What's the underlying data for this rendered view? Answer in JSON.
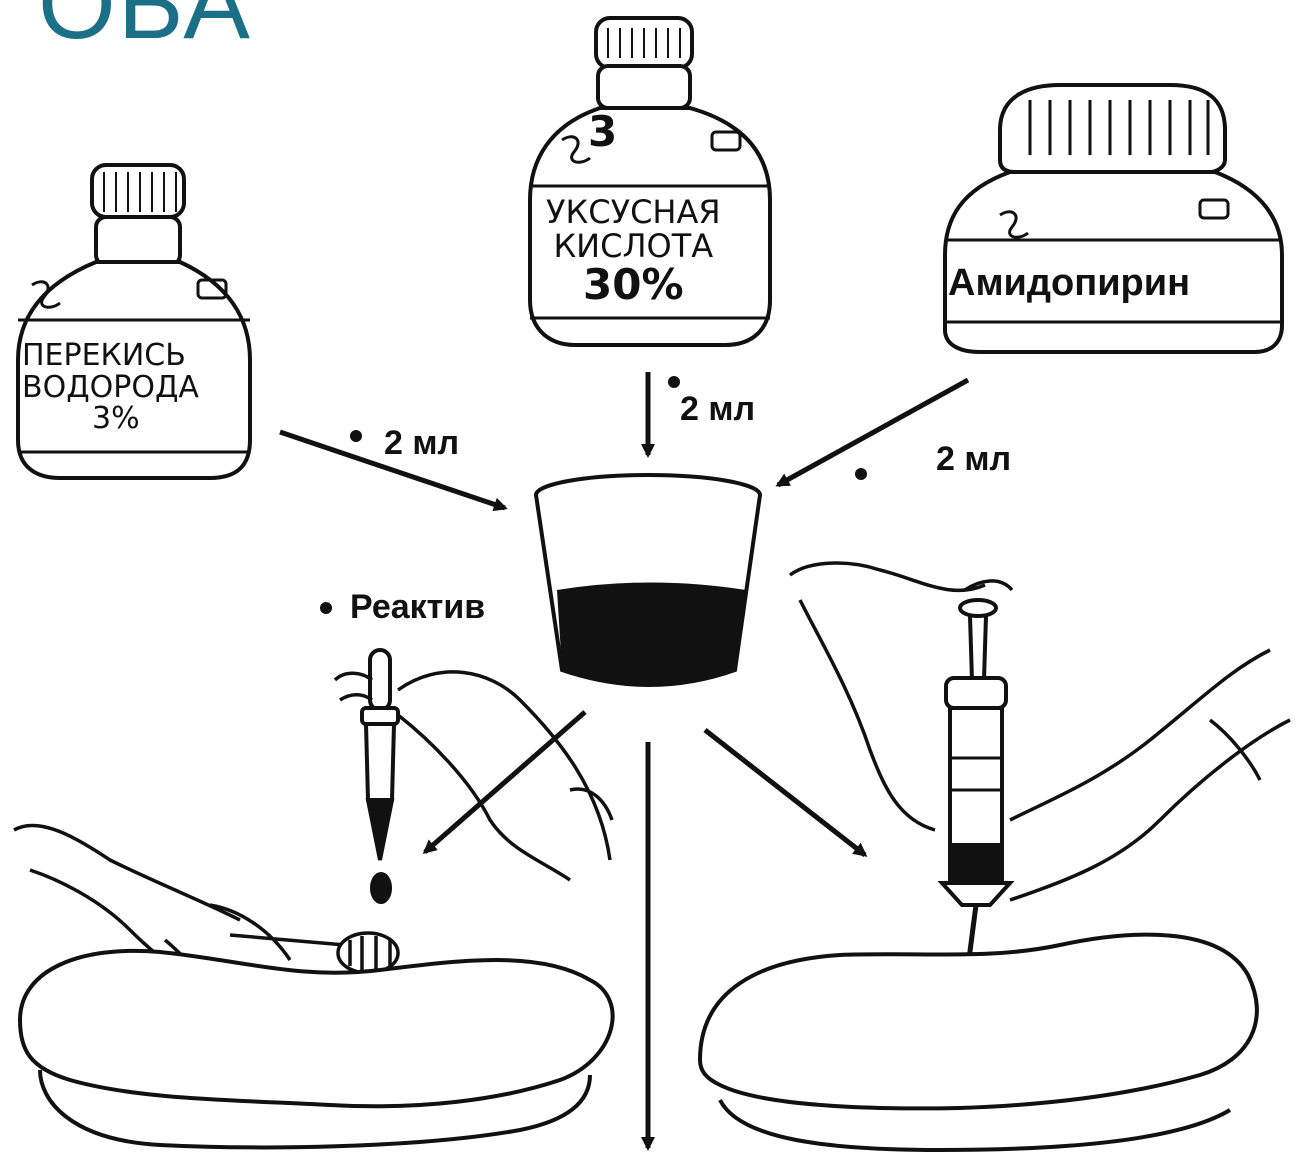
{
  "header": {
    "title_fragment": "ОБА"
  },
  "bottles": [
    {
      "lines": [
        "ПЕРЕКИСЬ",
        "ВОДОРОДА",
        "3%"
      ],
      "icon": "bottle-icon"
    },
    {
      "lines": [
        "УКСУСНАЯ",
        "КИСЛОТА",
        "30%"
      ],
      "number": "3",
      "icon": "bottle-icon"
    },
    {
      "lines": [
        "Амидопирин"
      ],
      "icon": "jar-icon"
    }
  ],
  "volumes": {
    "peroxide": "2 мл",
    "acetic": "2 мл",
    "amidopyrine": "2 мл"
  },
  "reagent_label": "Реактив",
  "colors": {
    "title": "#1b6f86",
    "ink": "#111111"
  }
}
